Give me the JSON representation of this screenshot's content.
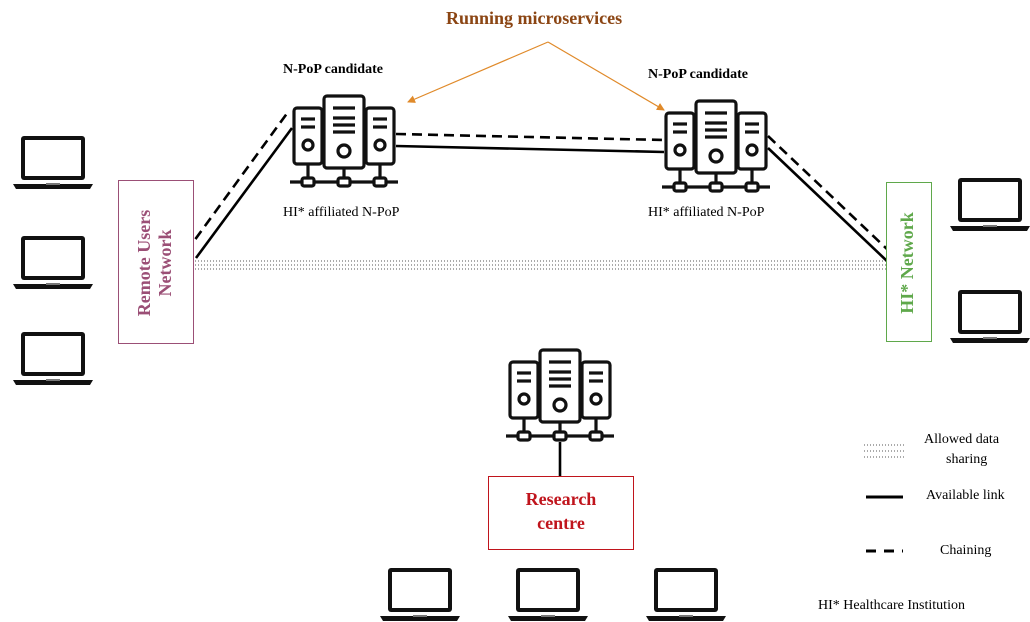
{
  "title": "Running microservices",
  "colors": {
    "title": "#8B4513",
    "arrow": "#E08A2A",
    "remote": "#9B4F76",
    "hi": "#5FA84B",
    "research": "#C0141C",
    "ink": "#000000"
  },
  "npop_left": {
    "caption": "N-PoP candidate",
    "label": "HI* affiliated N-PoP"
  },
  "npop_right": {
    "caption": "N-PoP candidate",
    "label": "HI* affiliated N-PoP"
  },
  "remote_network": {
    "line1": "Remote Users",
    "line2": "Network"
  },
  "hi_network": {
    "label": "HI* Network"
  },
  "research_centre": {
    "line1": "Research",
    "line2": "centre"
  },
  "legend": {
    "allowed_line1": "Allowed data",
    "allowed_line2": "sharing",
    "available": "Available link",
    "chaining": "Chaining"
  },
  "footnote": "HI* Healthcare Institution",
  "icons": [
    "server-cluster-icon",
    "laptop-icon"
  ]
}
